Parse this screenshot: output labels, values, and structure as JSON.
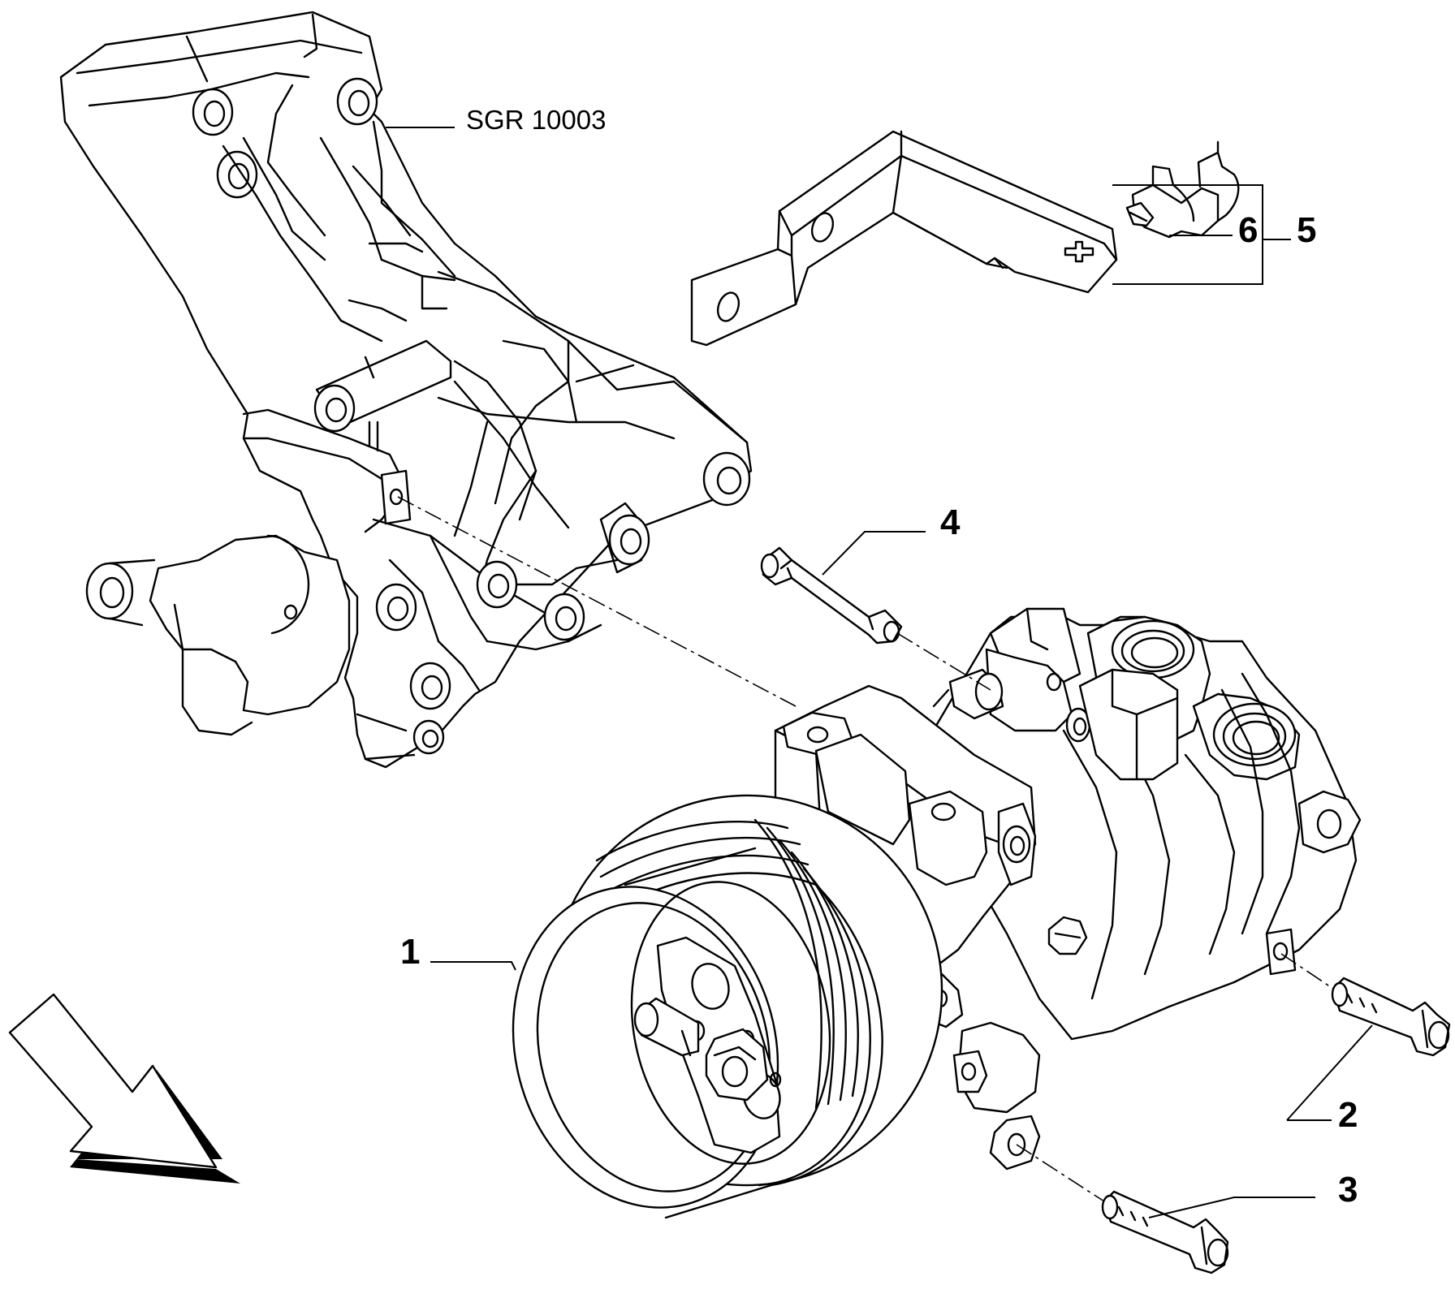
{
  "reference": {
    "code": "SGR 10003"
  },
  "callouts": [
    {
      "id": "1",
      "label": "1"
    },
    {
      "id": "2",
      "label": "2"
    },
    {
      "id": "3",
      "label": "3"
    },
    {
      "id": "4",
      "label": "4"
    },
    {
      "id": "5",
      "label": "5"
    },
    {
      "id": "6",
      "label": "6"
    }
  ],
  "icons": {
    "direction_arrow": "front-direction-arrow-icon"
  },
  "colors": {
    "line": "#000000",
    "background": "#ffffff"
  }
}
